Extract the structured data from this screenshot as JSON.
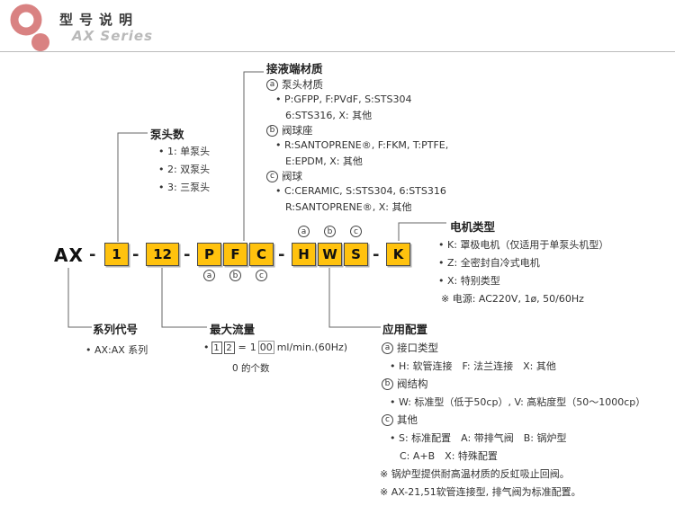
{
  "header": {
    "title": "型号说明",
    "subtitle": "AX Series"
  },
  "markers": {
    "a": "a",
    "b": "b",
    "c": "c"
  },
  "model": {
    "prefix": "AX",
    "separator": "-",
    "boxes": [
      "1",
      "12",
      "P",
      "F",
      "C",
      "H",
      "W",
      "S",
      "K"
    ]
  },
  "wetted": {
    "title": "接液端材质",
    "a_label": "泵头材质",
    "a_line1": "• P:GFPP, F:PVdF, S:STS304",
    "a_line2": "6:STS316, X: 其他",
    "b_label": "阀球座",
    "b_line1": "• R:SANTOPRENE®, F:FKM, T:PTFE,",
    "b_line2": "E:EPDM, X: 其他",
    "c_label": "阀球",
    "c_line1": "• C:CERAMIC, S:STS304, 6:STS316",
    "c_line2": "R:SANTOPRENE®, X: 其他"
  },
  "pump_heads": {
    "title": "泵头数",
    "items": [
      "• 1: 单泵头",
      "• 2: 双泵头",
      "• 3: 三泵头"
    ]
  },
  "motor": {
    "title": "电机类型",
    "items": [
      "• K: 罩极电机（仅适用于单泵头机型）",
      "• Z: 全密封自冷式电机",
      "• X: 特别类型",
      "※ 电源: AC220V, 1ø, 50/60Hz"
    ]
  },
  "series": {
    "title": "系列代号",
    "item": "• AX:AX 系列"
  },
  "flow": {
    "title": "最大流量",
    "bullet": "•",
    "digit1": "1",
    "digit2": "2",
    "equals": "=",
    "value_head": "1",
    "value_zeros": "00",
    "unit": "ml/min.(60Hz)",
    "note": "0 的个数"
  },
  "application": {
    "title": "应用配置",
    "a_label": "接口类型",
    "a_line": "• H: 软管连接　F: 法兰连接　X: 其他",
    "b_label": "阀结构",
    "b_line": "• W: 标准型（低于50cp）, V: 高粘度型（50～1000cp）",
    "c_label": "其他",
    "c_line1": "• S: 标准配置　A: 带排气阀　B: 锅炉型",
    "c_line2": "C: A+B　X: 特殊配置",
    "note1": "※ 锅炉型提供耐高温材质的反虹吸止回阀。",
    "note2": "※ AX-21,51软管连接型, 排气阀为标准配置。"
  }
}
